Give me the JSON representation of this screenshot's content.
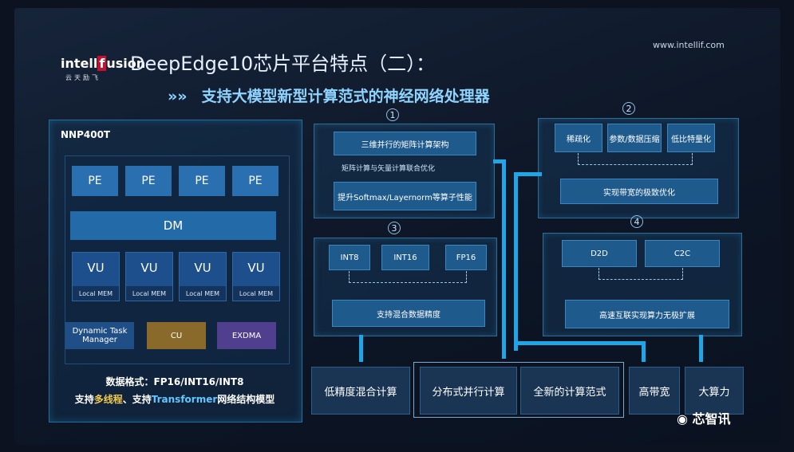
{
  "header": {
    "logo_text_a": "intell",
    "logo_text_b": "f",
    "logo_text_c": "usion",
    "logo_cn": "云天励飞",
    "title": "DeepEdge10芯片平台特点（二）：",
    "url": "www.intellif.com",
    "subtitle_arrows": "»»",
    "subtitle": "支持大模型新型计算范式的神经网络处理器"
  },
  "nnp": {
    "label": "NNP400T",
    "pe": [
      "PE",
      "PE",
      "PE",
      "PE"
    ],
    "dm": "DM",
    "vu": [
      "VU",
      "VU",
      "VU",
      "VU"
    ],
    "local_mem": "Local MEM",
    "dynamic_task": "Dynamic Task Manager",
    "cu": "CU",
    "exdma": "EXDMA",
    "line1": "数据格式：FP16/INT16/INT8",
    "line2_a": "支持",
    "line2_b": "多线程",
    "line2_c": "、支持",
    "line2_d": "Transformer",
    "line2_e": "网络结构模型",
    "colors": {
      "pe": "#2a6fb0",
      "cu": "#8a6a2a",
      "exdma": "#4f3f8e"
    }
  },
  "features": {
    "f1": {
      "num": "1",
      "box1": "三维并行的矩阵计算架构",
      "mid": "矩阵计算与矢量计算联合优化",
      "box2": "提升Softmax/Layernorm等算子性能"
    },
    "f2": {
      "num": "2",
      "boxes": [
        "稀疏化",
        "参数/数据压缩",
        "低比特量化"
      ],
      "bottom": "实现带宽的极致优化"
    },
    "f3": {
      "num": "3",
      "boxes": [
        "INT8",
        "INT16",
        "FP16"
      ],
      "bottom": "支持混合数据精度"
    },
    "f4": {
      "num": "4",
      "boxes": [
        "D2D",
        "C2C"
      ],
      "bottom": "高速互联实现算力无极扩展"
    }
  },
  "bottom_row": [
    "低精度混合计算",
    "分布式并行计算",
    "全新的计算范式",
    "高带宽",
    "大算力"
  ],
  "watermark": "芯智讯"
}
